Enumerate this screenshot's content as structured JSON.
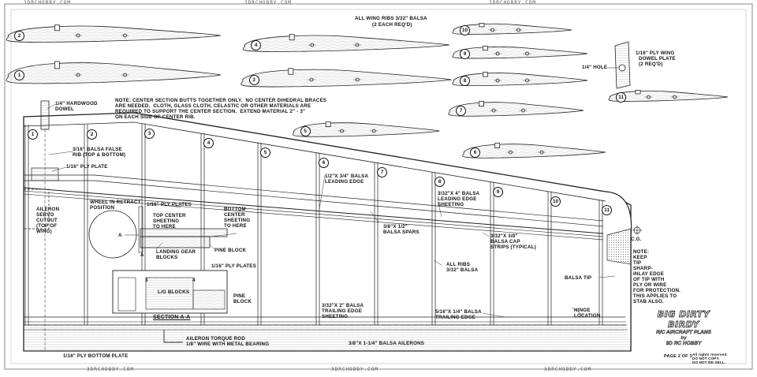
{
  "border_text": "3DRCHOBBY.COM",
  "ribs_header": {
    "line1": "ALL WING RIBS 3/32\" BALSA",
    "line2": "(2 EACH REQ'D)"
  },
  "rib_numbers": [
    "1",
    "2",
    "3",
    "4",
    "5",
    "6",
    "7",
    "8",
    "9",
    "10",
    "11"
  ],
  "note_center": "NOTE: CENTER SECTION BUTTS TOGETHER ONLY.  NO CENTER DIHEDRAL BRACES\nARE NEEDED.  CLOTH, GLASS CLOTH, CELASTIC OR OTHER MATERIALS ARE\nREQUIRED TO SUPPORT THE CENTER SECTION.  EXTEND MATERIAL 2\" - 3\"\nON EACH SIDE OF CENTER RIB.",
  "dowel_plate": {
    "line1": "1/16\" PLY WING",
    "line2": "DOWEL PLATE",
    "line3": "(2 REQ'D)",
    "hole": "1/4\" HOLE"
  },
  "labels": {
    "hardwood_dowel": "1/4\" HARDWOOD\nDOWEL",
    "false_rib": "3/16\" BALSA FALSE\nRIB (TOP & BOTTOM)",
    "ply_plate": "1/16\" PLY PLATE",
    "leading_edge": "1/2\"X 3/4\" BALSA\nLEADING EDGE",
    "le_sheeting": "3/32\"X 4\" BALSA\nLEADING EDGE\nSHEETING",
    "aileron_cutout": "AILERON\nSERVO\nCUTOUT\n(TOP OF\nWING)",
    "wheel_retract": "WHEEL IN RETRACT\nPOSITION",
    "ply_plates": "1/16\" PLY PLATES",
    "top_center": "TOP CENTER\nSHEETING\nTO HERE",
    "bottom_center": "BOTTOM\nCENTER\nSHEETING\nTO HERE",
    "spars": "3/8\"X 1/2\"\nBALSA SPARS",
    "cap_strips": "3/32\"X 3/8\"\nBALSA CAP\nSTRIPS (TYPICAL)",
    "landing_gear_blocks": "LANDING GEAR\nBLOCKS",
    "pine_block": "PINE BLOCK",
    "all_ribs": "ALL RIBS\n3/32\" BALSA",
    "ply_plates_2": "1/16\" PLY PLATES",
    "lg_blocks": "L/G BLOCKS",
    "pine_block_2": "PINE\nBLOCK",
    "section_aa": "SECTION A-A",
    "te_sheeting": "3/32\"X 2\" BALSA\nTRAILING EDGE\nSHEETING",
    "trailing_edge": "5/16\"X 1/4\" BALSA\nTRAILING EDGE",
    "hinge": "HINGE\nLOCATION",
    "balsa_tip": "BALSA TIP",
    "note_tip": "NOTE:\nKEEP\nTIP\nSHARP-\nINLAY EDGE\nOF TIP WITH\nPLY OR WIRE\nFOR PROTECTION.\nTHIS APPLIES TO\nSTAB ALSO.",
    "cg": "C.G.",
    "torque_rod": "AILERON TORQUE ROD\n1/8\" WIRE WITH METAL BEARING",
    "ailerons": "3/8\"X 1-1/4\" BALSA AILERONS",
    "bottom_plate": "1/16\" PLY BOTTOM PLATE",
    "a_left": "A",
    "a_right": "A",
    "sec_3": "3",
    "sec_4": "4"
  },
  "title": {
    "main": "BIG DIRTY BIRDY",
    "sub": "R/C AIRCRAFT PLANS",
    "by": "by",
    "brand": "3D RC HOBBY",
    "page": "PAGE 2 OF 3",
    "rights": "All rights reserved.\nDO NOT COPY.\nDO NOT RE-SELL."
  }
}
